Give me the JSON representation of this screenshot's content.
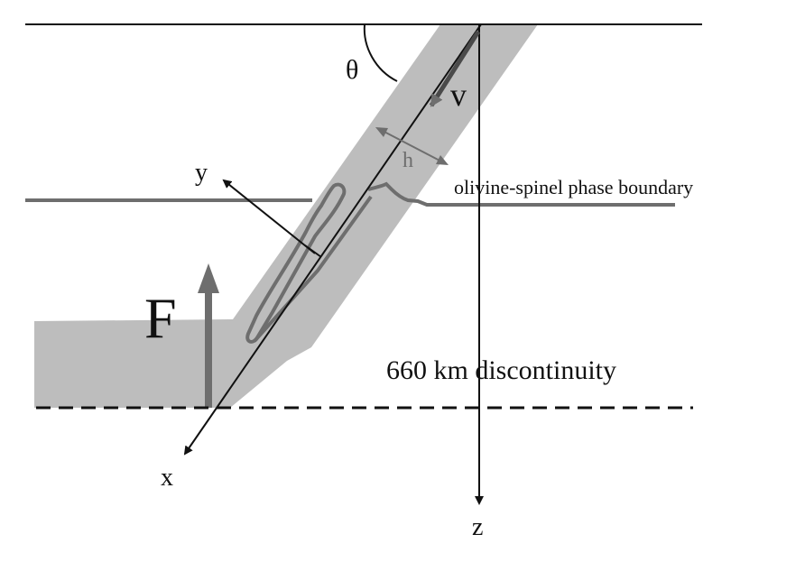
{
  "labels": {
    "theta": "θ",
    "v": "v",
    "h": "h",
    "phase_boundary": "olivine-spinel phase boundary",
    "force": "F",
    "discontinuity": "660 km discontinuity",
    "axis_x": "x",
    "axis_y": "y",
    "axis_z": "z"
  },
  "colors": {
    "background": "#ffffff",
    "slab_fill": "#bdbdbd",
    "gray_stroke": "#6e6e6e",
    "dark_stroke": "#4a4a4a",
    "black": "#111111",
    "h_label": "#6e6e6e"
  }
}
